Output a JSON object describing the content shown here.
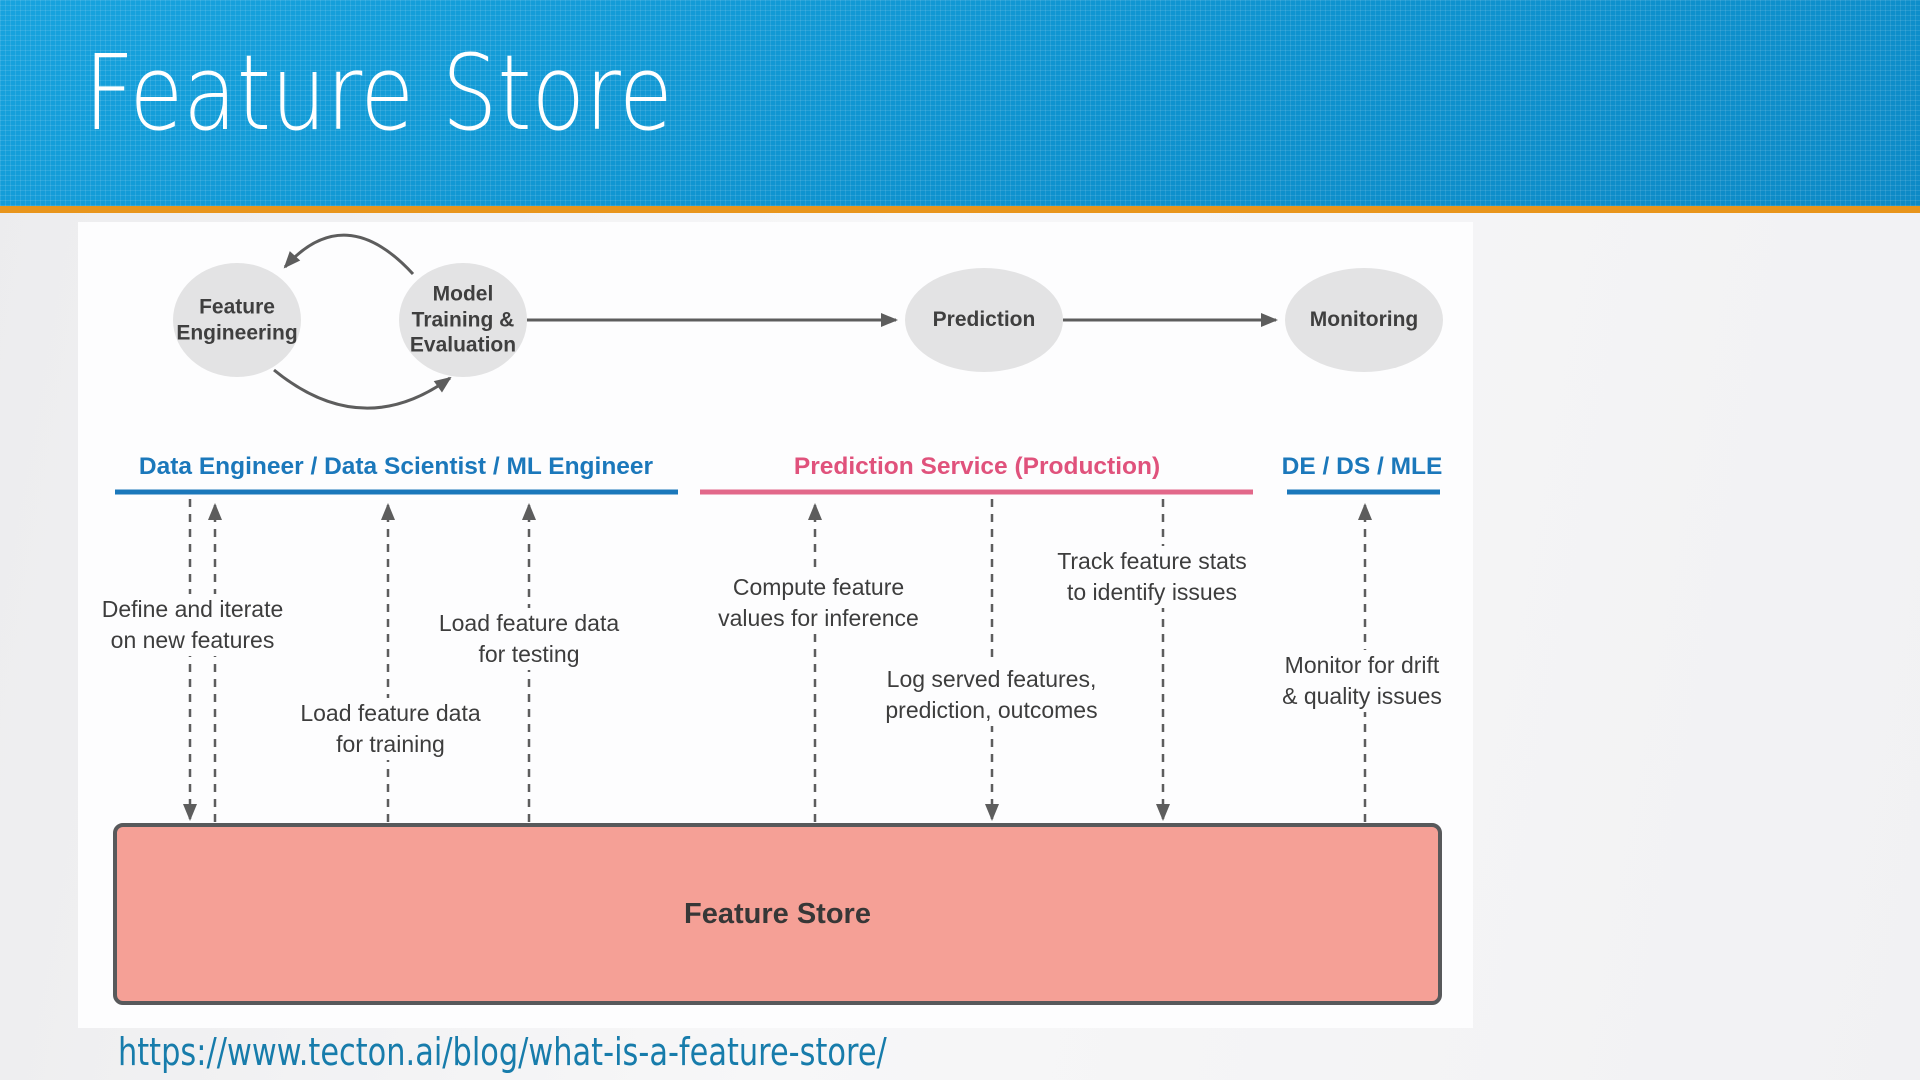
{
  "header": {
    "title": "Feature Store"
  },
  "diagram": {
    "nodes": [
      {
        "label": "Feature Engineering"
      },
      {
        "label": "Model Training & Evaluation"
      },
      {
        "label": "Prediction"
      },
      {
        "label": "Monitoring"
      }
    ],
    "sections": [
      {
        "label": "Data Engineer / Data Scientist / ML Engineer",
        "color": "#1b78bb"
      },
      {
        "label": "Prediction Service (Production)",
        "color": "#e0527c"
      },
      {
        "label": "DE / DS / MLE",
        "color": "#1b78bb"
      }
    ],
    "annotations": [
      {
        "text": "Define and iterate on new features"
      },
      {
        "text": "Load feature data for training"
      },
      {
        "text": "Load feature data for testing"
      },
      {
        "text": "Compute feature values for inference"
      },
      {
        "text": "Log served features, prediction, outcomes"
      },
      {
        "text": "Track feature stats to identify issues"
      },
      {
        "text": "Monitor for drift & quality issues"
      }
    ],
    "store": {
      "label": "Feature Store"
    }
  },
  "footer": {
    "link": "https://www.tecton.ai/blog/what-is-a-feature-store/"
  },
  "colors": {
    "header_blue": "#0f93cf",
    "accent_orange": "#e8951c",
    "section_blue": "#1b78bb",
    "section_pink": "#e0527c",
    "store_fill": "#f5a096",
    "store_border": "#58595b",
    "ellipse_gray": "#e3e3e4",
    "arrow_gray": "#5d5d5d",
    "link_blue": "#177cab"
  }
}
